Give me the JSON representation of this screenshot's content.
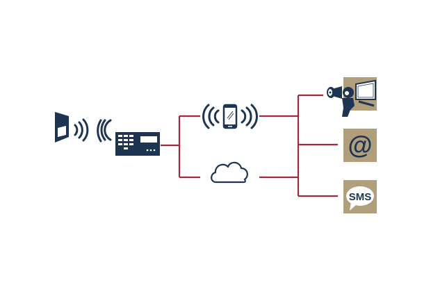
{
  "diagram": {
    "title": "",
    "colors": {
      "icon": "#1d3553",
      "connector": "#a3283e",
      "tile": "#b19f7c",
      "background": "#ffffff"
    },
    "nodes": [
      {
        "id": "door-sensor",
        "icon": "door-sensor-icon",
        "label": ""
      },
      {
        "id": "alarm-panel",
        "icon": "alarm-keypad-icon",
        "label": ""
      },
      {
        "id": "mobile",
        "icon": "smartphone-icon",
        "label": ""
      },
      {
        "id": "cloud",
        "icon": "cloud-icon",
        "label": ""
      },
      {
        "id": "monitoring",
        "icon": "monitoring-operator-icon",
        "label": ""
      },
      {
        "id": "email",
        "icon": "email-at-icon",
        "label": "@"
      },
      {
        "id": "sms",
        "icon": "sms-bubble-icon",
        "label": "SMS"
      }
    ],
    "edges": [
      {
        "from": "door-sensor",
        "to": "alarm-panel",
        "type": "wireless"
      },
      {
        "from": "alarm-panel",
        "to": "mobile",
        "type": "wired"
      },
      {
        "from": "alarm-panel",
        "to": "cloud",
        "type": "wired"
      },
      {
        "from": "mobile",
        "to": "monitoring",
        "type": "wired"
      },
      {
        "from": "mobile",
        "to": "email",
        "type": "wired"
      },
      {
        "from": "mobile",
        "to": "sms",
        "type": "wired"
      },
      {
        "from": "cloud",
        "to": "monitoring",
        "type": "wired"
      },
      {
        "from": "cloud",
        "to": "email",
        "type": "wired"
      },
      {
        "from": "cloud",
        "to": "sms",
        "type": "wired"
      }
    ]
  }
}
